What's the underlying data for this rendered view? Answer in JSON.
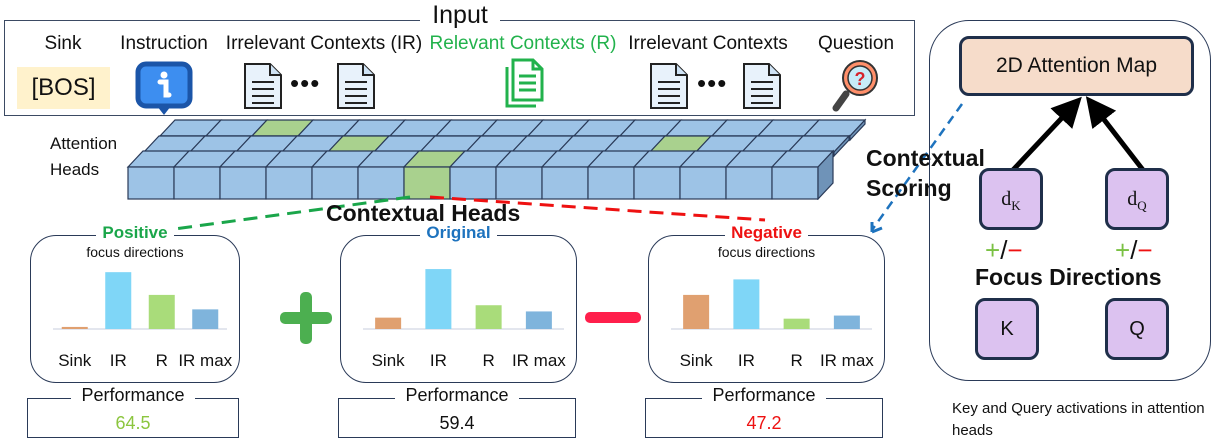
{
  "input": {
    "title": "Input",
    "labels": {
      "sink": "Sink",
      "instruction": "Instruction",
      "irrelevant_ir": "Irrelevant Contexts (IR)",
      "relevant": "Relevant Contexts (R)",
      "irrelevant": "Irrelevant Contexts",
      "question": "Question"
    },
    "bos_token": "[BOS]",
    "ellipsis": "•••",
    "icons": [
      "info-bubble-icon",
      "document-icon",
      "document-stack-icon",
      "magnifier-question-icon"
    ],
    "colors": {
      "relevant": "#22b24c",
      "bos_bg": "#fff2cc"
    }
  },
  "attention": {
    "label_line1": "Attention",
    "label_line2": "Heads",
    "rows": 3,
    "heads_per_row": 15,
    "highlighted": [
      {
        "row": "back",
        "index": 2
      },
      {
        "row": "middle",
        "index": 4
      },
      {
        "row": "middle",
        "index": 11
      },
      {
        "row": "front",
        "index": 6
      }
    ],
    "colors": {
      "head": "#9dc3e6",
      "highlight": "#a9d18e"
    }
  },
  "contextual_heads_label": "Contextual Heads",
  "contextual_scoring": {
    "line1": "Contextual",
    "line2": "Scoring"
  },
  "operators": {
    "plus": "+",
    "minus": "−",
    "plus_color": "#4caf50",
    "minus_color": "#ff1f4b"
  },
  "chart_data": [
    {
      "type": "bar",
      "title": "Positive",
      "subtitle": "focus directions",
      "title_color": "#1aa64a",
      "categories": [
        "Sink",
        "IR",
        "R",
        "IR max"
      ],
      "values": [
        0.02,
        0.55,
        0.33,
        0.19
      ],
      "colors": [
        "#e0a070",
        "#7fd6f7",
        "#a9dc7a",
        "#7fb4dc"
      ],
      "ylim": [
        0,
        0.6
      ],
      "performance_label": "Performance",
      "performance": "64.5",
      "performance_color": "#8cc63f"
    },
    {
      "type": "bar",
      "title": "Original",
      "subtitle": "",
      "title_color": "#1e73be",
      "categories": [
        "Sink",
        "IR",
        "R",
        "IR max"
      ],
      "values": [
        0.11,
        0.58,
        0.23,
        0.17
      ],
      "colors": [
        "#e0a070",
        "#7fd6f7",
        "#a9dc7a",
        "#7fb4dc"
      ],
      "ylim": [
        0,
        0.6
      ],
      "performance_label": "Performance",
      "performance": "59.4",
      "performance_color": "#111111"
    },
    {
      "type": "bar",
      "title": "Negative",
      "subtitle": "focus directions",
      "title_color": "#ee1111",
      "categories": [
        "Sink",
        "IR",
        "R",
        "IR max"
      ],
      "values": [
        0.33,
        0.48,
        0.1,
        0.13
      ],
      "colors": [
        "#e0a070",
        "#7fd6f7",
        "#a9dc7a",
        "#7fb4dc"
      ],
      "ylim": [
        0,
        0.6
      ],
      "performance_label": "Performance",
      "performance": "47.2",
      "performance_color": "#ee1111"
    }
  ],
  "right": {
    "attention_map": "2D Attention Map",
    "dk": "d",
    "dk_sub": "K",
    "dq": "d",
    "dq_sub": "Q",
    "plus": "+",
    "slash": "/",
    "minus": "−",
    "focus_directions": "Focus Directions",
    "k": "K",
    "q": "Q",
    "caption": "Key and Query activations in attention heads"
  }
}
